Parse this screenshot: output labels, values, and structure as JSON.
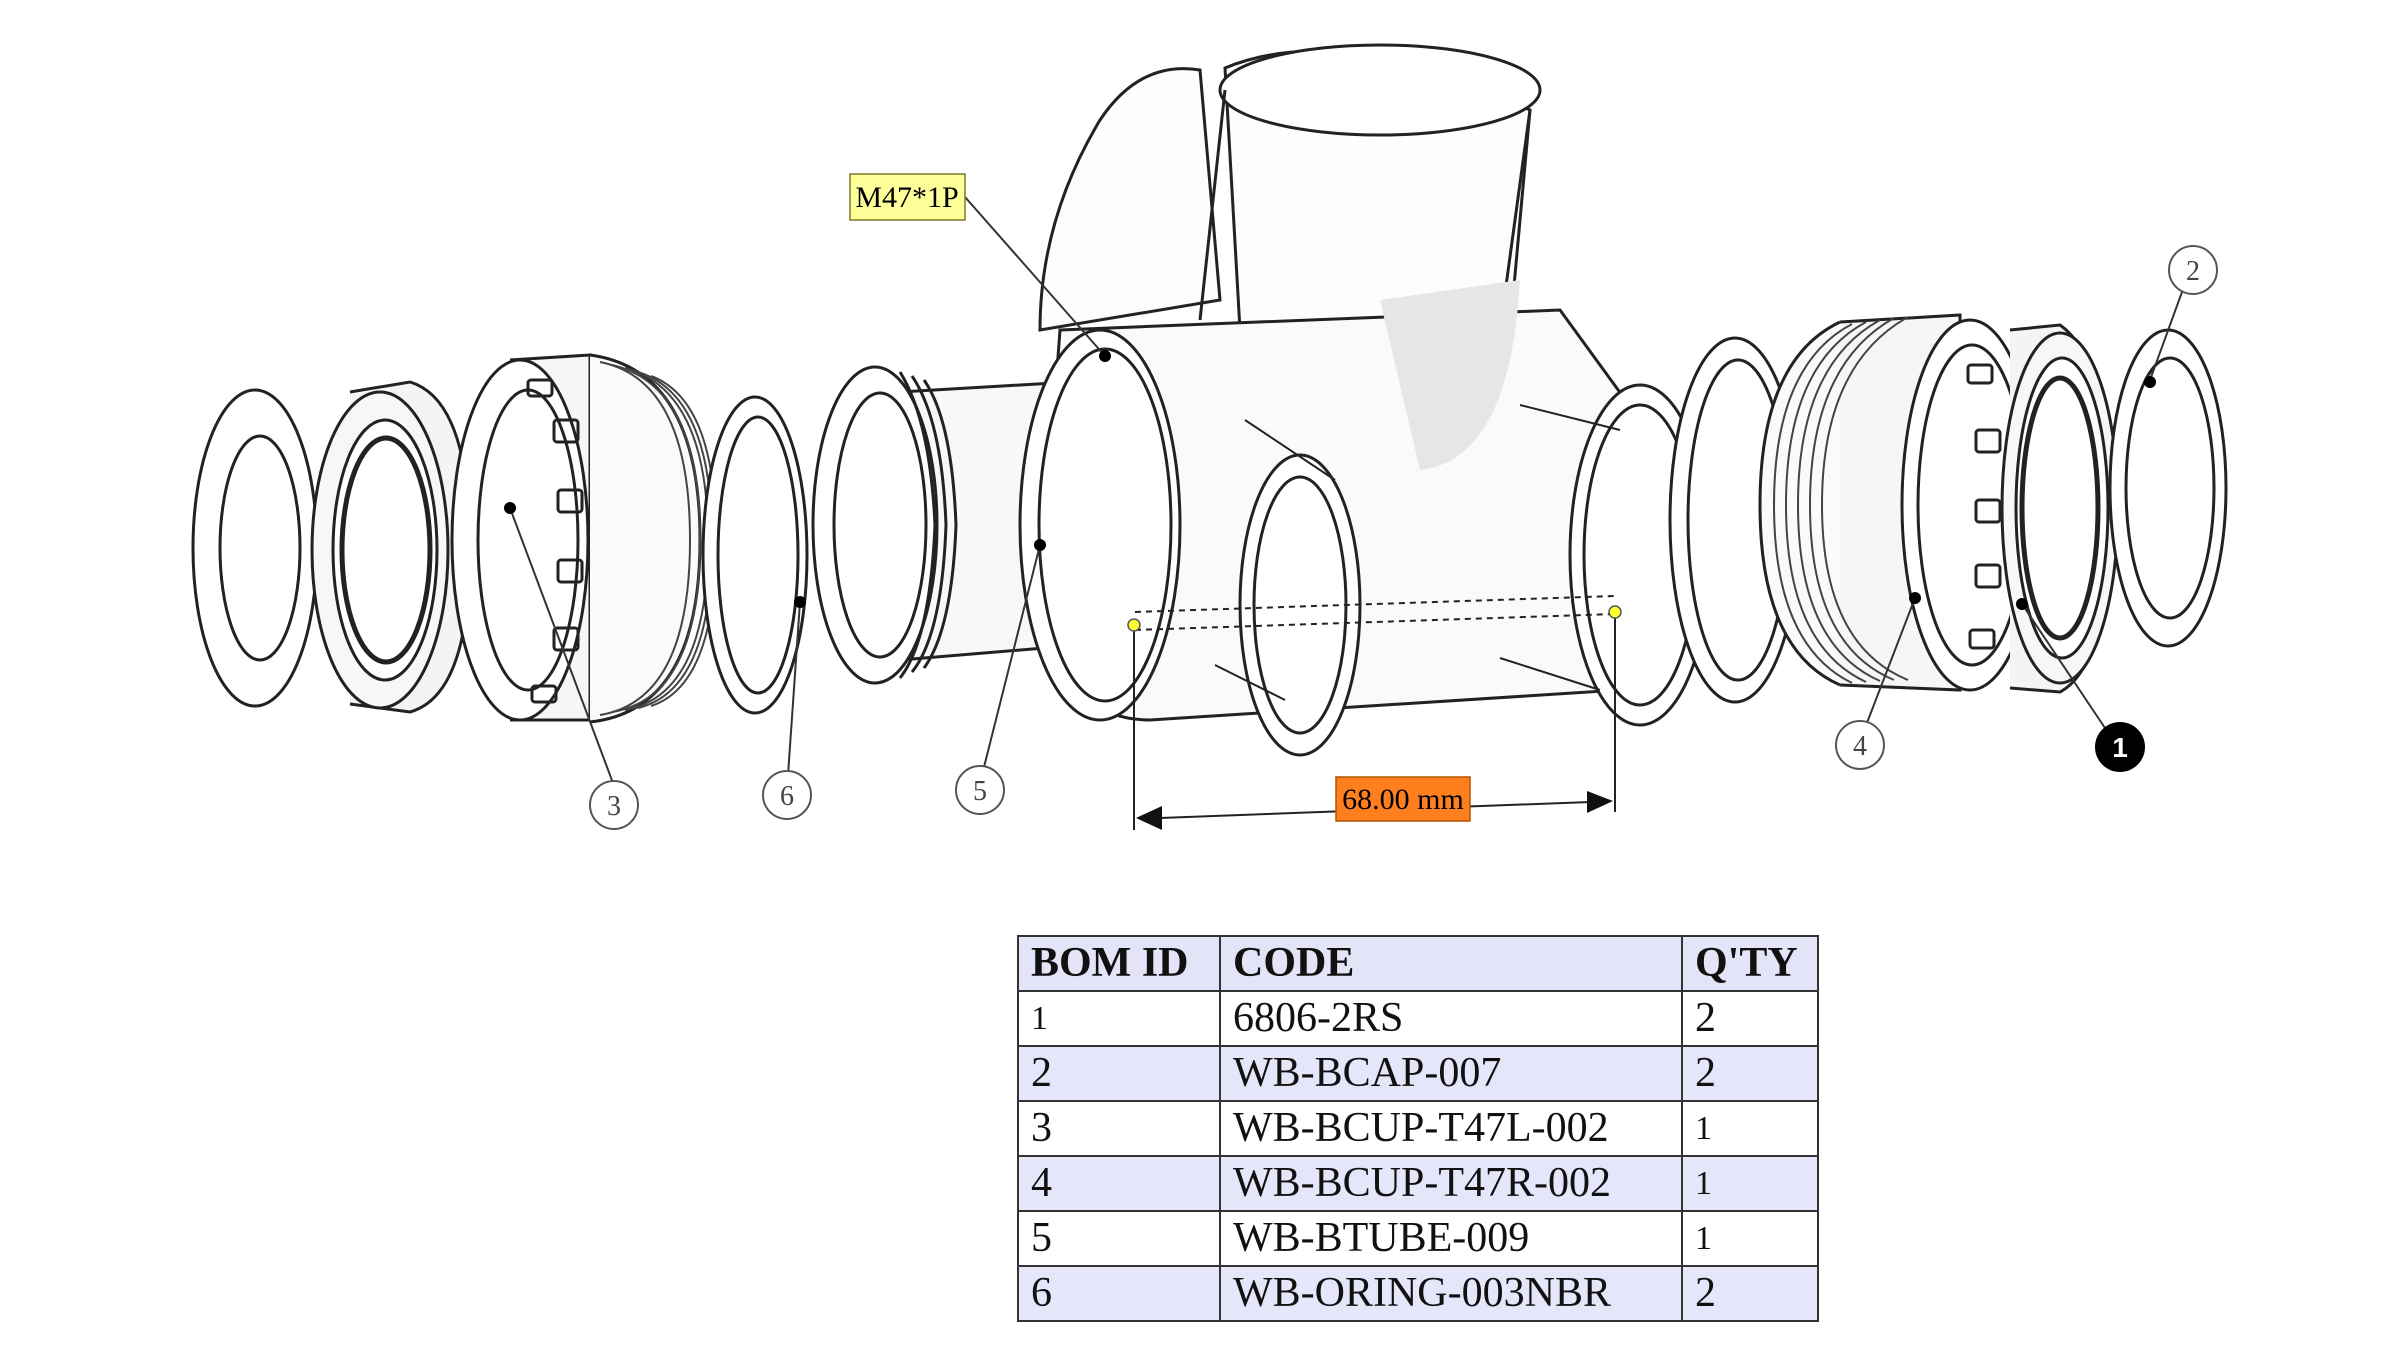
{
  "annotations": {
    "thread_spec": "M47*1P",
    "dimension": "68.00 mm"
  },
  "balloons": [
    {
      "id": "2",
      "style": "outline"
    },
    {
      "id": "3",
      "style": "outline"
    },
    {
      "id": "6",
      "style": "outline"
    },
    {
      "id": "5",
      "style": "outline"
    },
    {
      "id": "4",
      "style": "outline"
    },
    {
      "id": "1",
      "style": "filled"
    }
  ],
  "colors": {
    "thread_label_bg": "#ffff99",
    "dimension_label_bg": "#ff7f1f",
    "bom_row_alt": "#e6e6fa"
  },
  "bom": {
    "headers": [
      "BOM ID",
      "CODE",
      "Q'TY"
    ],
    "rows": [
      {
        "id": "1",
        "code": "6806-2RS",
        "qty": "2"
      },
      {
        "id": "2",
        "code": "WB-BCAP-007",
        "qty": "2"
      },
      {
        "id": "3",
        "code": "WB-BCUP-T47L-002",
        "qty": "1"
      },
      {
        "id": "4",
        "code": "WB-BCUP-T47R-002",
        "qty": "1"
      },
      {
        "id": "5",
        "code": "WB-BTUBE-009",
        "qty": "1"
      },
      {
        "id": "6",
        "code": "WB-ORING-003NBR",
        "qty": "2"
      }
    ]
  }
}
